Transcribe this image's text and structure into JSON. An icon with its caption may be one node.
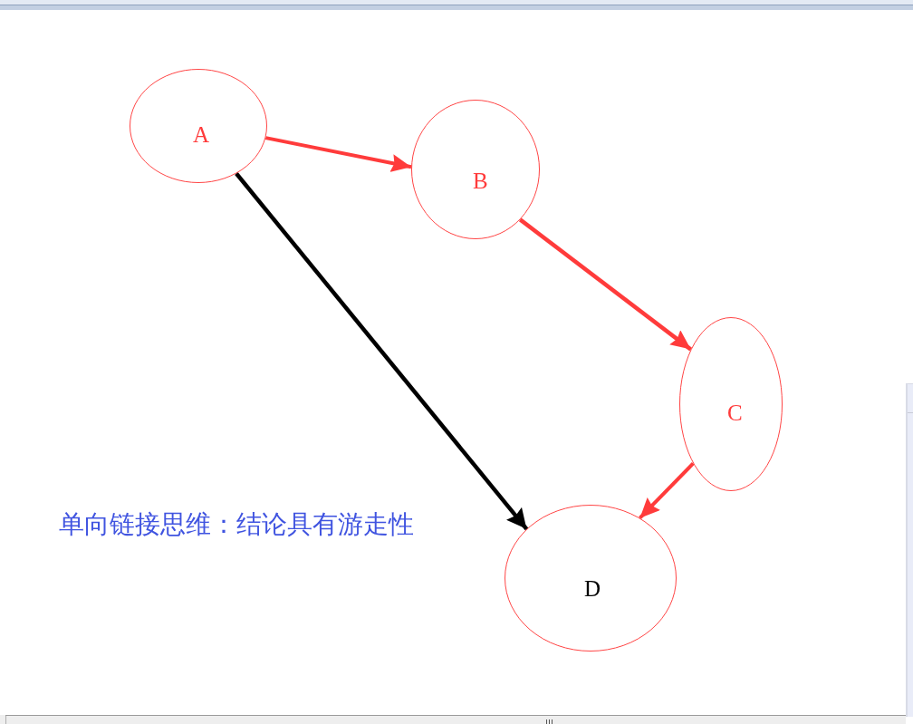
{
  "diagram": {
    "nodes": [
      {
        "text": [
          "A"
        ]
      },
      {
        "text": [
          "B"
        ]
      },
      {
        "text": [
          "C"
        ]
      },
      {
        "text": [
          "D"
        ]
      }
    ],
    "edges": [
      {
        "from": 0,
        "to": 1,
        "arrow": "to"
      },
      {
        "from": 1,
        "to": 2,
        "arrow": "to"
      },
      {
        "from": 2,
        "to": 3,
        "arrow": "to"
      },
      {
        "from": 0,
        "to": 3,
        "arrow": "to",
        "color": "#000000"
      }
    ],
    "labels": [
      "单向链接思维：结论具有游走性"
    ]
  }
}
